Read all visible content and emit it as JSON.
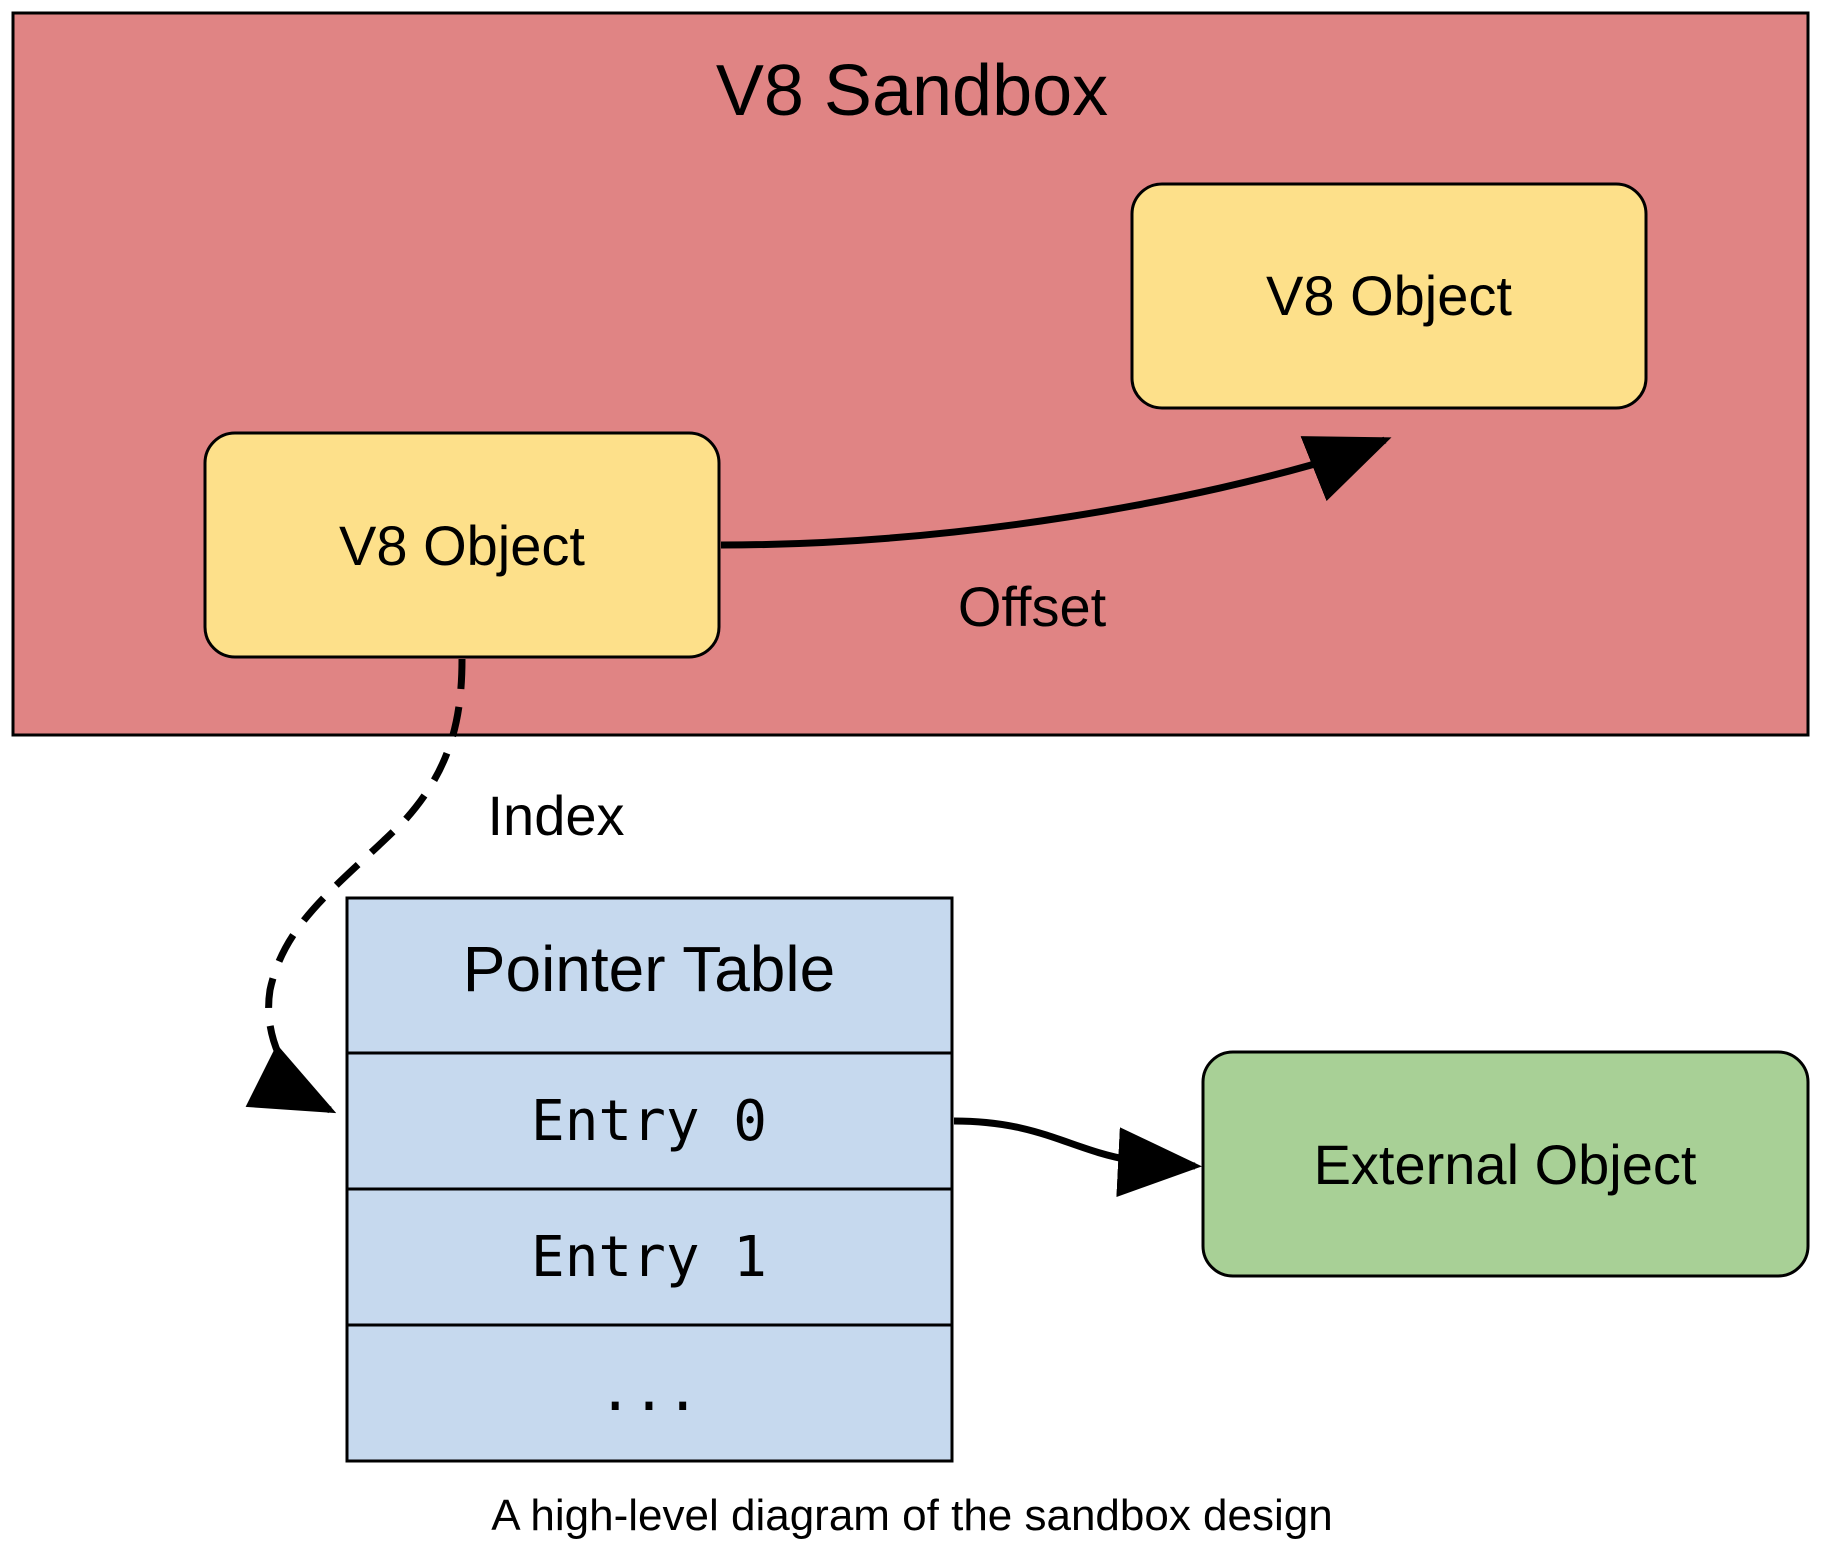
{
  "sandbox": {
    "title": "V8 Sandbox",
    "fill": "#e08484"
  },
  "objects": {
    "object_a": "V8 Object",
    "object_b": "V8 Object",
    "fill": "#fde08a"
  },
  "edges": {
    "offset_label": "Offset",
    "index_label": "Index"
  },
  "pointer_table": {
    "title": "Pointer Table",
    "entries": [
      "Entry 0",
      "Entry 1",
      "..."
    ],
    "fill": "#c6d9ee"
  },
  "external": {
    "label": "External Object",
    "fill": "#a8d096"
  },
  "caption": "A high-level diagram of the sandbox design"
}
